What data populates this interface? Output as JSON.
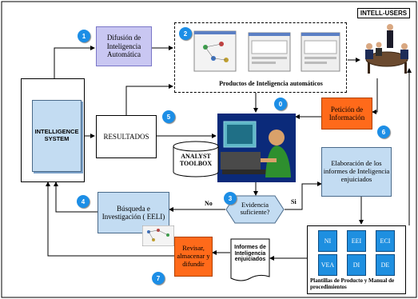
{
  "nodes": {
    "intell_users": "INTELL-USERS",
    "difusion": "Difusión de Inteligencia Automática",
    "productos": "Productos de Inteligencia automáticos",
    "peticion": "Petición de Información",
    "intelligence_system": "INTELLIGENCE SYSTEM",
    "resultados": "RESULTADOS",
    "analyst_toolbox": "ANALYST TOOLBOX",
    "elaboracion": "Elaboración de los informes de Inteligencia enjuiciados",
    "busqueda": "Búsqueda e Investigación ( EELI)",
    "evidencia": "Evidencia suficiente?",
    "no": "No",
    "si": "Si",
    "revisar": "Revisar, almacenar y difundir",
    "informes": "Informes de Inteligencia enjuiciados",
    "plantillas": "Plantillas de Producto y Manual de procedimientos"
  },
  "steps": [
    "0",
    "1",
    "2",
    "3",
    "4",
    "5",
    "6",
    "7"
  ],
  "templates": [
    "NI",
    "EEI",
    "ECI",
    "VEA",
    "DI",
    "DE"
  ],
  "colors": {
    "lavender": "#c9c7f2",
    "orange": "#ff6a1a",
    "light_blue": "#c3dcf2",
    "badge_blue": "#1c8ee6",
    "doc_blue": "#1e8fe0"
  }
}
